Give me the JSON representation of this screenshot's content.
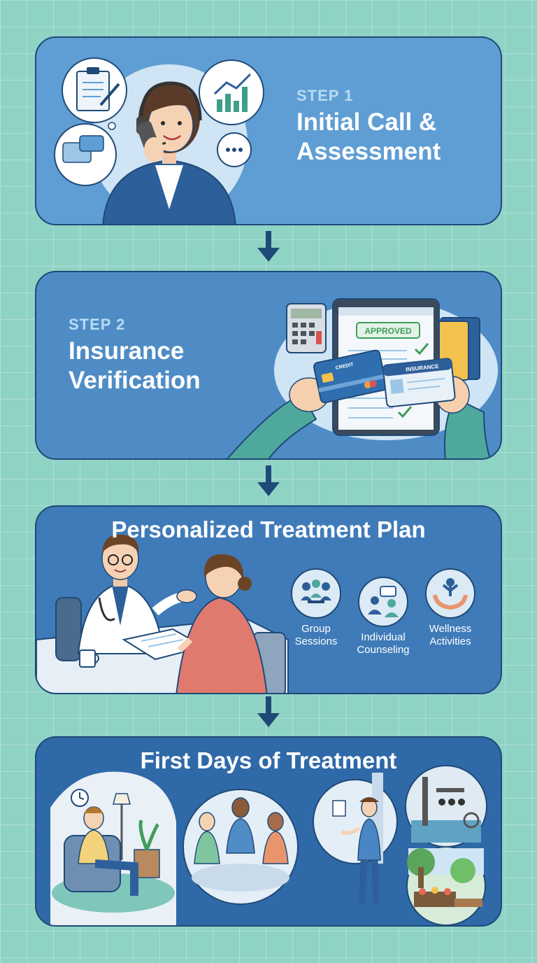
{
  "steps": [
    {
      "label": "STEP 1",
      "title_line1": "Initial Call &",
      "title_line2": "Assessment"
    },
    {
      "label": "STEP 2",
      "title_line1": "Insurance",
      "title_line2": "Verification"
    },
    {
      "title": "Personalized Treatment Plan",
      "options": [
        {
          "line1": "Group",
          "line2": "Sessions",
          "icon": "group-sessions-icon"
        },
        {
          "line1": "Individual",
          "line2": "Counseling",
          "icon": "individual-counseling-icon"
        },
        {
          "line1": "Wellness",
          "line2": "Activities",
          "icon": "wellness-activities-icon"
        }
      ]
    },
    {
      "title": "First Days of Treatment"
    }
  ],
  "illustration_text": {
    "approved_stamp": "APPROVED",
    "credit_card": "CREDIT",
    "insurance_card": "INSURANCE"
  },
  "colors": {
    "background": "#8fd3c5",
    "card_border": "#1f4a78",
    "card1": "#5f9ed4",
    "card2": "#4f8cc6",
    "card3": "#3f7bb8",
    "card4": "#2f69a8",
    "arrow": "#1f4a78",
    "step_label": "#b9dcf3",
    "approved_green": "#3f9e5a"
  }
}
